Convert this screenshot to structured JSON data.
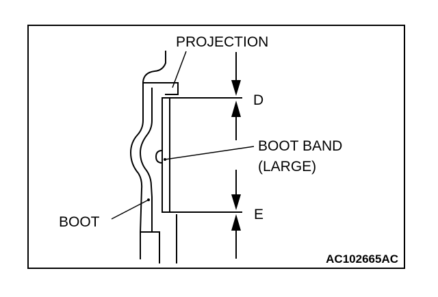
{
  "labels": {
    "projection": "PROJECTION",
    "dim_d": "D",
    "boot_band_line1": "BOOT BAND",
    "boot_band_line2": "(LARGE)",
    "dim_e": "E",
    "boot": "BOOT"
  },
  "figure_code": "AC102665AC"
}
